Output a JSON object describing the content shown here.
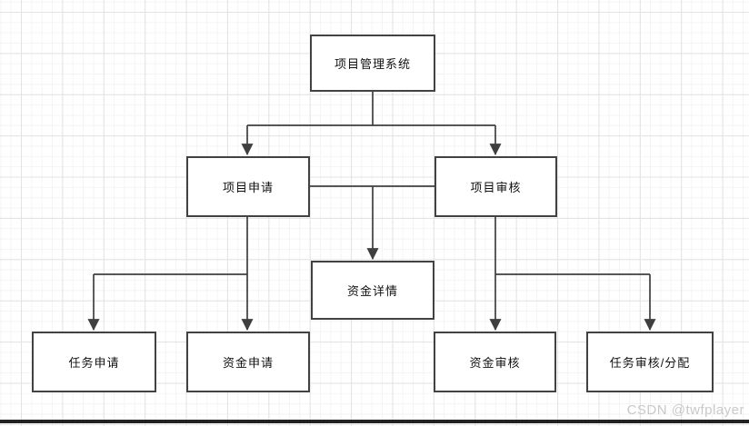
{
  "diagram": {
    "type": "flowchart",
    "nodes": [
      {
        "id": "project-management-system",
        "label": "项目管理系统"
      },
      {
        "id": "project-apply",
        "label": "项目申请"
      },
      {
        "id": "project-review",
        "label": "项目审核"
      },
      {
        "id": "fund-detail",
        "label": "资金详情"
      },
      {
        "id": "task-apply",
        "label": "任务申请"
      },
      {
        "id": "fund-apply",
        "label": "资金申请"
      },
      {
        "id": "fund-review",
        "label": "资金审核"
      },
      {
        "id": "task-review-assign",
        "label": "任务审核/分配"
      }
    ],
    "edges": [
      {
        "from": "project-management-system",
        "to": "project-apply",
        "arrow": true
      },
      {
        "from": "project-management-system",
        "to": "project-review",
        "arrow": true
      },
      {
        "from": "project-apply",
        "to": "project-review",
        "arrow": false
      },
      {
        "from": "project-apply/project-review",
        "to": "fund-detail",
        "arrow": true
      },
      {
        "from": "project-apply",
        "to": "task-apply",
        "arrow": true
      },
      {
        "from": "project-apply",
        "to": "fund-apply",
        "arrow": true
      },
      {
        "from": "project-review",
        "to": "fund-review",
        "arrow": true
      },
      {
        "from": "project-review",
        "to": "task-review-assign",
        "arrow": true
      }
    ],
    "colors": {
      "node_border": "#424242",
      "node_fill": "#ffffff",
      "connector": "#3f3f3f",
      "grid_minor": "#f4f4f4",
      "grid_major": "#e3e3e3",
      "bottom_bar": "#222222"
    }
  },
  "watermark": {
    "text": "CSDN @twfplayer",
    "color": "#c9c9c9"
  }
}
